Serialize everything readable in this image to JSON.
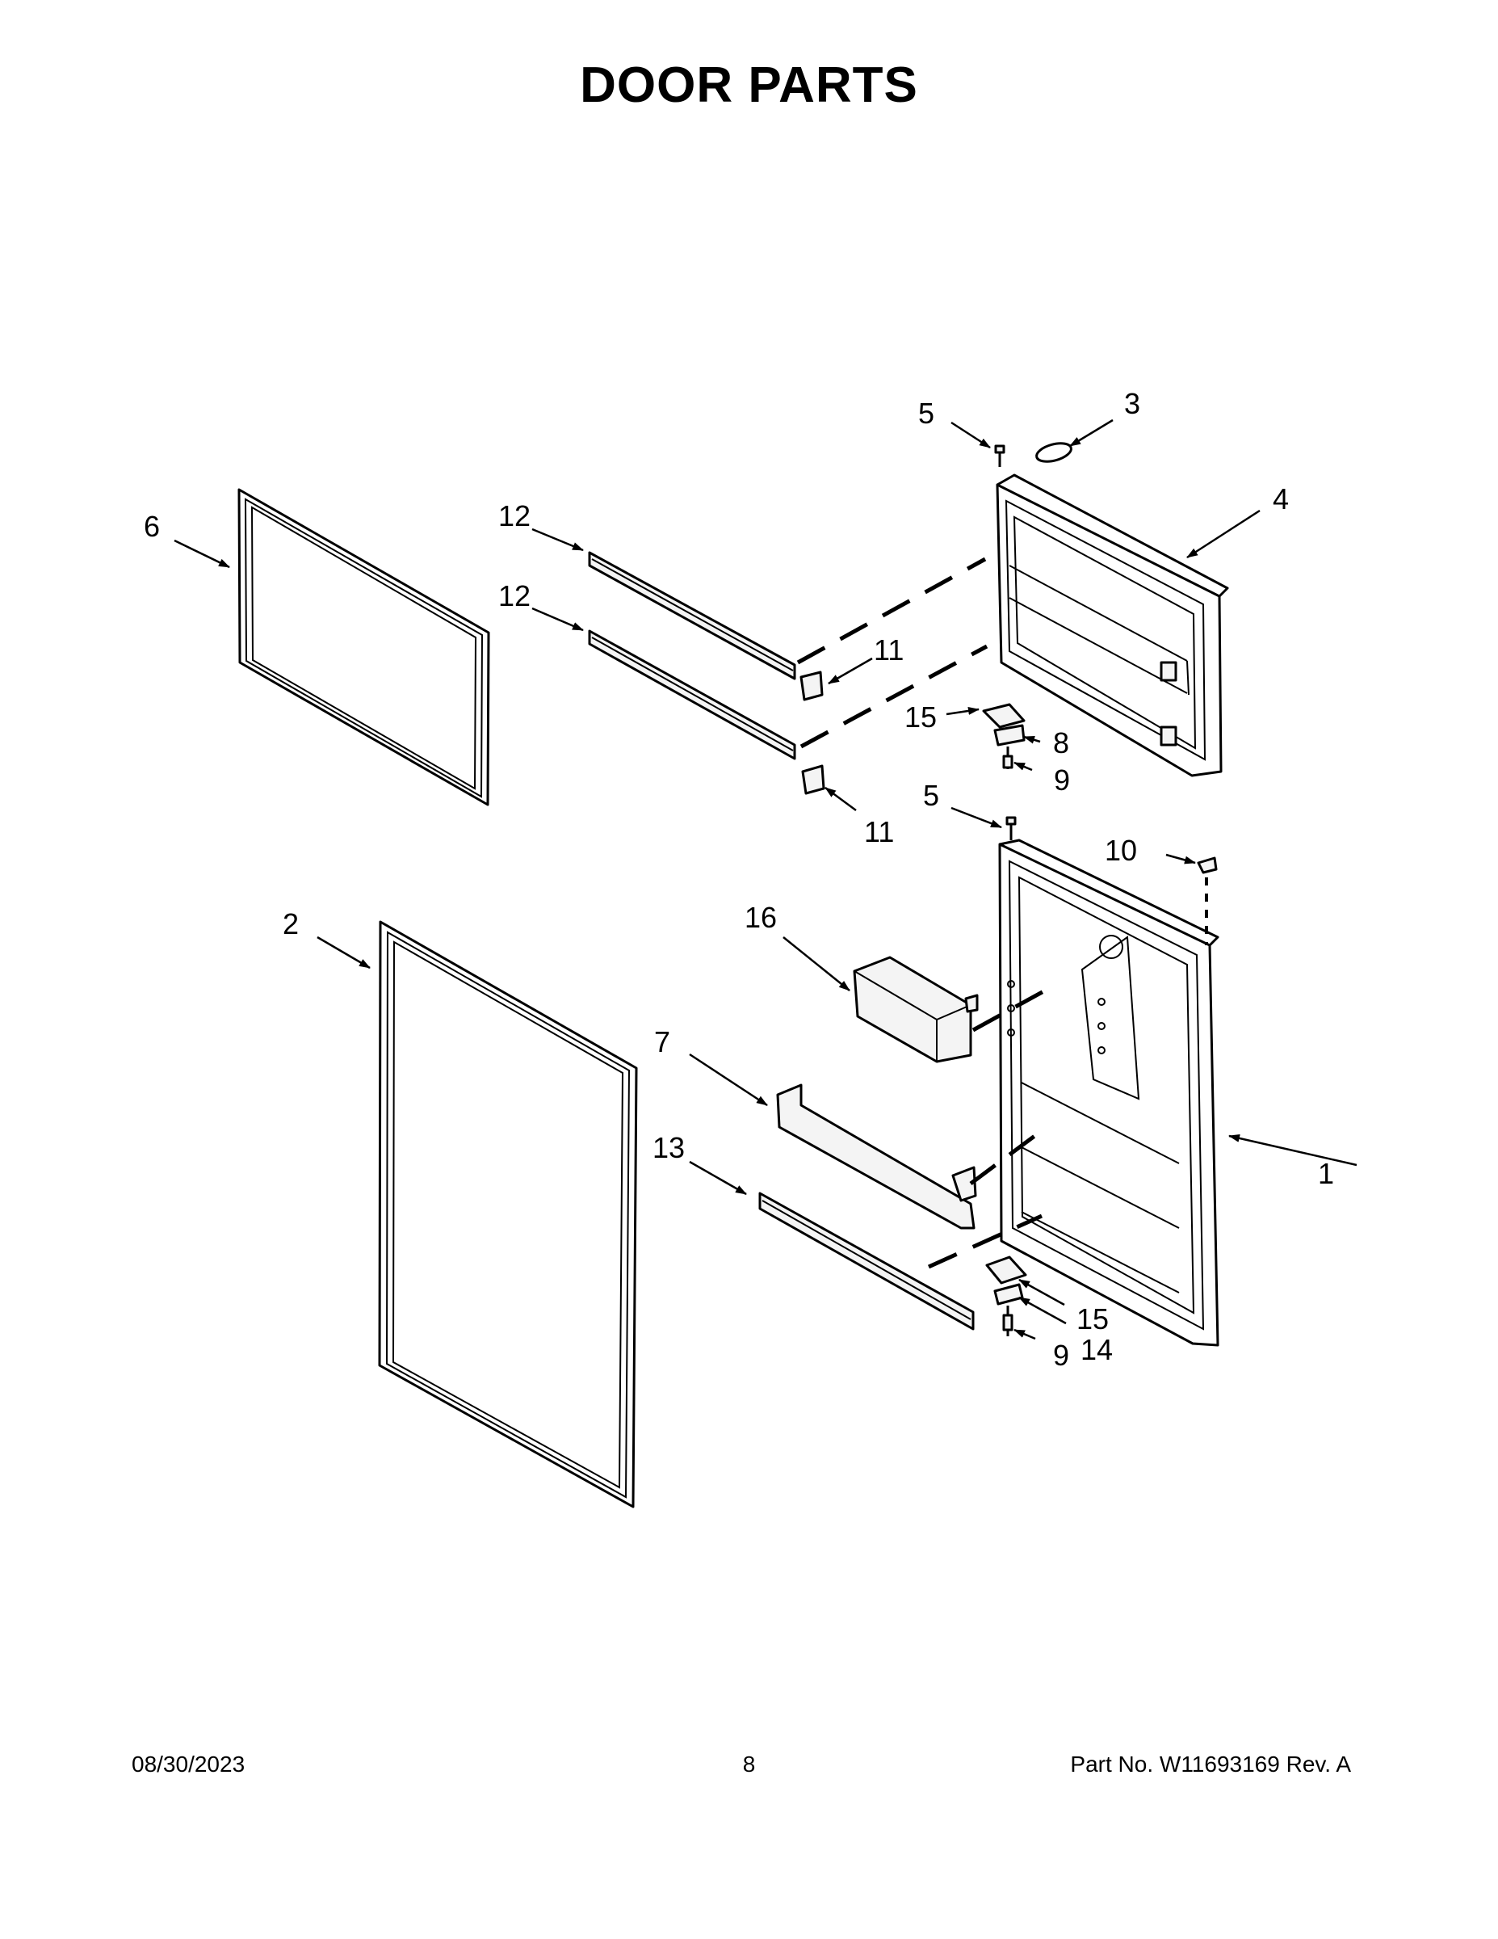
{
  "title": "DOOR PARTS",
  "callouts": {
    "c1": "1",
    "c2": "2",
    "c3": "3",
    "c4": "4",
    "c5a": "5",
    "c5b": "5",
    "c6": "6",
    "c7": "7",
    "c8": "8",
    "c9a": "9",
    "c9b": "9",
    "c10": "10",
    "c11a": "11",
    "c11b": "11",
    "c12a": "12",
    "c12b": "12",
    "c13": "13",
    "c14": "14",
    "c15a": "15",
    "c15b": "15",
    "c16": "16"
  },
  "footer": {
    "date": "08/30/2023",
    "page": "8",
    "part_no": "Part No.  W11693169  Rev.  A"
  }
}
